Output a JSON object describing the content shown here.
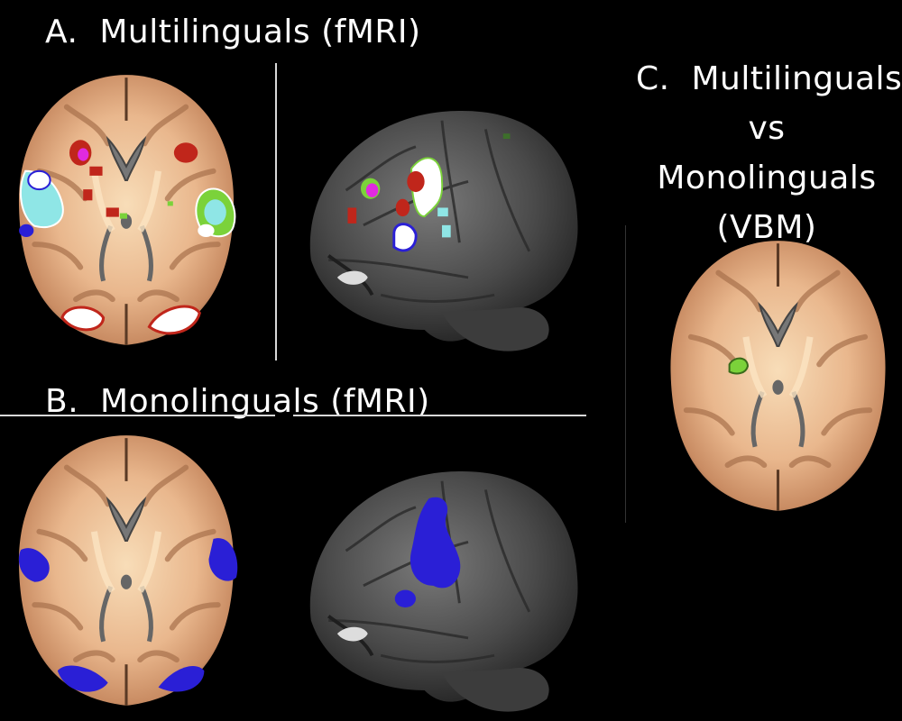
{
  "panels": {
    "a": {
      "letter": "A.",
      "title": "Multilinguals (fMRI)"
    },
    "b": {
      "letter": "B.",
      "title": "Monolinguals (fMRI)"
    },
    "c": {
      "letter": "C.",
      "lines": [
        "Multilinguals",
        "vs",
        "Monolinguals",
        "(VBM)"
      ]
    }
  },
  "colors": {
    "background": "#000000",
    "brain_tissue": "#e7b48c",
    "white_matter": "#f6d6ae",
    "render_gray": "#5a5a5a",
    "activation_red": "#c0261b",
    "activation_cyan": "#8fe6e6",
    "activation_blue": "#2a1fd6",
    "activation_white": "#ffffff",
    "activation_green": "#7bd23a",
    "activation_magenta": "#e02adf"
  }
}
